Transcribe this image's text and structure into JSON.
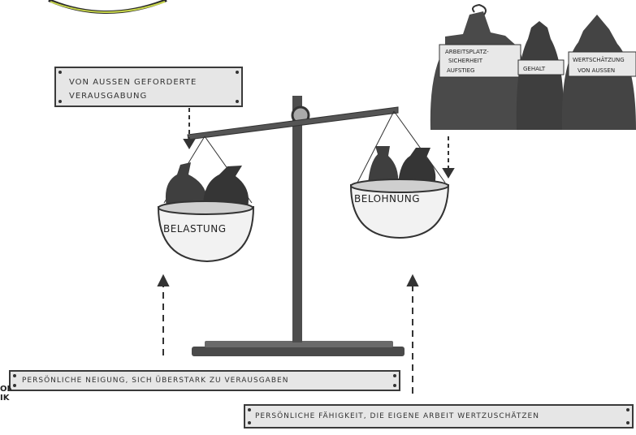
{
  "notes": {
    "top": [
      "Von außen geforderte",
      "Verausgabung"
    ],
    "bottom_left": "Persönliche Neigung, sich überstark zu verausgaben",
    "bottom_right": "Persönliche Fähigkeit, die eigene Arbeit wertzuschätzen"
  },
  "scale": {
    "left_pan_label": "Belastung",
    "right_pan_label": "Belohnung"
  },
  "bags": [
    {
      "lines": [
        "Arbeitsplatz-",
        "sicherheit",
        "Aufstieg"
      ]
    },
    {
      "lines": [
        "Gehalt"
      ]
    },
    {
      "lines": [
        "Wertschätzung",
        "von außen"
      ]
    }
  ],
  "corner_text": [
    "ON",
    "IK"
  ]
}
